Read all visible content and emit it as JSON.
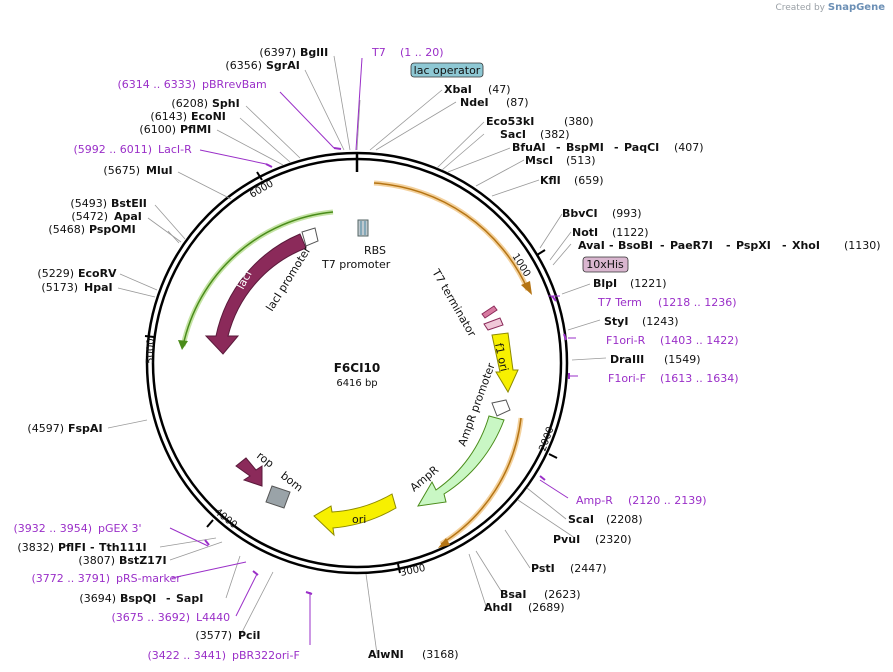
{
  "credit": {
    "prefix": "Created by",
    "brand": "SnapGene"
  },
  "plasmid": {
    "name": "F6CI10",
    "length_label": "6416 bp"
  },
  "ticks": [
    "1000",
    "2000",
    "3000",
    "4000",
    "5000",
    "6000"
  ],
  "sites": {
    "bglII": {
      "pos": "(6397)",
      "name": "BglII"
    },
    "sgrAI": {
      "pos": "(6356)",
      "name": "SgrAI"
    },
    "pbrrevbam": {
      "pos": "(6314 .. 6333)",
      "name": "pBRrevBam"
    },
    "sphI": {
      "pos": "(6208)",
      "name": "SphI"
    },
    "ecoNI": {
      "pos": "(6143)",
      "name": "EcoNI"
    },
    "pflMI": {
      "pos": "(6100)",
      "name": "PflMI"
    },
    "laciR": {
      "pos": "(5992 .. 6011)",
      "name": "LacI-R"
    },
    "mluI": {
      "pos": "(5675)",
      "name": "MluI"
    },
    "bstEII": {
      "pos": "(5493)",
      "name": "BstEII"
    },
    "apaI": {
      "pos": "(5472)",
      "name": "ApaI"
    },
    "pspOMI": {
      "pos": "(5468)",
      "name": "PspOMI"
    },
    "ecoRV": {
      "pos": "(5229)",
      "name": "EcoRV"
    },
    "hpaI": {
      "pos": "(5173)",
      "name": "HpaI"
    },
    "fspAI": {
      "pos": "(4597)",
      "name": "FspAI"
    },
    "pgex3": {
      "pos": "(3932 .. 3954)",
      "name": "pGEX 3'"
    },
    "pflFI": {
      "pos": "(3832)",
      "name": "PflFI",
      "name2": "Tth111I"
    },
    "bstZ17I": {
      "pos": "(3807)",
      "name": "BstZ17I"
    },
    "prsmarker": {
      "pos": "(3772 .. 3791)",
      "name": "pRS-marker"
    },
    "bspQI": {
      "pos": "(3694)",
      "name": "BspQI",
      "name2": "SapI"
    },
    "l4440": {
      "pos": "(3675 .. 3692)",
      "name": "L4440"
    },
    "pciI": {
      "pos": "(3577)",
      "name": "PciI"
    },
    "pbr322ori": {
      "pos": "(3422 .. 3441)",
      "name": "pBR322ori-F"
    },
    "alwNI": {
      "name": "AlwNI",
      "pos": "(3168)"
    },
    "t7": {
      "name": "T7",
      "pos": "(1 .. 20)"
    },
    "xbaI": {
      "name": "XbaI",
      "pos": "(47)"
    },
    "ndeI": {
      "name": "NdeI",
      "pos": "(87)"
    },
    "eco53kI": {
      "name": "Eco53kI",
      "pos": "(380)"
    },
    "sacI": {
      "name": "SacI",
      "pos": "(382)"
    },
    "bfuAI": {
      "name": "BfuAI",
      "name2": "BspMI",
      "name3": "PaqCI",
      "pos": "(407)"
    },
    "mscI": {
      "name": "MscI",
      "pos": "(513)"
    },
    "kflI": {
      "name": "KflI",
      "pos": "(659)"
    },
    "bbvCI": {
      "name": "BbvCI",
      "pos": "(993)"
    },
    "notI": {
      "name": "NotI",
      "pos": "(1122)"
    },
    "avaI": {
      "name": "AvaI",
      "name2": "BsoBI",
      "name3": "PaeR7I",
      "name4": "PspXI",
      "name5": "XhoI",
      "pos": "(1130)"
    },
    "blpI": {
      "name": "BlpI",
      "pos": "(1221)"
    },
    "t7term": {
      "name": "T7 Term",
      "pos": "(1218 .. 1236)"
    },
    "styI": {
      "name": "StyI",
      "pos": "(1243)"
    },
    "f1oriR": {
      "name": "F1ori-R",
      "pos": "(1403 .. 1422)"
    },
    "draIII": {
      "name": "DraIII",
      "pos": "(1549)"
    },
    "f1oriF": {
      "name": "F1ori-F",
      "pos": "(1613 .. 1634)"
    },
    "ampR": {
      "name": "Amp-R",
      "pos": "(2120 .. 2139)"
    },
    "scaI": {
      "name": "ScaI",
      "pos": "(2208)"
    },
    "pvuI": {
      "name": "PvuI",
      "pos": "(2320)"
    },
    "pstI": {
      "name": "PstI",
      "pos": "(2447)"
    },
    "bsaI": {
      "name": "BsaI",
      "pos": "(2623)"
    },
    "ahdI": {
      "name": "AhdI",
      "pos": "(2689)"
    }
  },
  "boxes": {
    "lacOperator": "lac operator",
    "his": "10xHis"
  },
  "features": {
    "rbs": "RBS",
    "t7promoter": "T7 promoter",
    "laci": "lacI",
    "laciPromoter": "lacI promoter",
    "t7terminator": "T7 terminator",
    "f1ori": "f1 ori",
    "ampRPromoter": "AmpR promoter",
    "ampR": "AmpR",
    "ori": "ori",
    "rop": "rop",
    "bom": "bom"
  },
  "colors": {
    "laci": "#8b2a5a",
    "yellow": "#f7f000",
    "ampr": "#c9f7c4",
    "orf_green": "#7cc235",
    "orf_orange": "#e59a26",
    "primer": "#9a2fc8",
    "bom": "#9aa3a8",
    "lacop_box": "#8ec8d4",
    "his_box": "#d9b6cf"
  }
}
